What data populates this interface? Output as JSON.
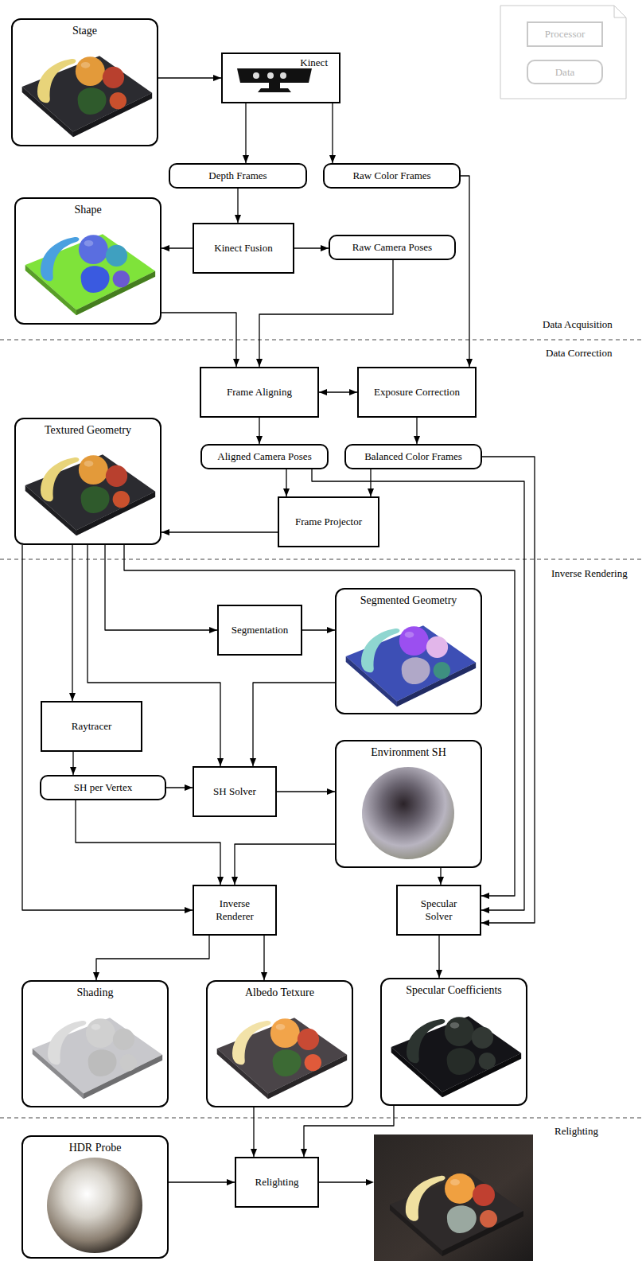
{
  "diagram": {
    "nodes": [
      {
        "text": [
          "Stage"
        ]
      },
      {
        "text": [
          "Kinect"
        ]
      },
      {
        "text": [
          "Depth Frames"
        ]
      },
      {
        "text": [
          "Raw Color Frames"
        ]
      },
      {
        "text": [
          "Shape"
        ]
      },
      {
        "text": [
          "Kinect Fusion"
        ]
      },
      {
        "text": [
          "Raw Camera Poses"
        ]
      },
      {
        "text": [
          "Frame Aligning"
        ]
      },
      {
        "text": [
          "Exposure Correction"
        ]
      },
      {
        "text": [
          "Textured Geometry"
        ]
      },
      {
        "text": [
          "Aligned Camera Poses"
        ]
      },
      {
        "text": [
          "Balanced Color Frames"
        ]
      },
      {
        "text": [
          "Frame Projector"
        ]
      },
      {
        "text": [
          "Segmentation"
        ]
      },
      {
        "text": [
          "Segmented Geometry"
        ]
      },
      {
        "text": [
          "Raytracer"
        ]
      },
      {
        "text": [
          "SH per Vertex"
        ]
      },
      {
        "text": [
          "SH Solver"
        ]
      },
      {
        "text": [
          "Environment SH"
        ]
      },
      {
        "text": [
          "Inverse Renderer"
        ]
      },
      {
        "text": [
          "Specular Solver"
        ]
      },
      {
        "text": [
          "Shading"
        ]
      },
      {
        "text": [
          "Albedo Tetxure"
        ]
      },
      {
        "text": [
          "Specular Coefficients"
        ]
      },
      {
        "text": [
          "HDR Probe"
        ]
      },
      {
        "text": [
          "Relighting"
        ]
      }
    ],
    "edges": [
      {
        "from": 0,
        "to": 1,
        "arrow": "to"
      },
      {
        "from": 1,
        "to": 2,
        "arrow": "to"
      },
      {
        "from": 1,
        "to": 3,
        "arrow": "to"
      },
      {
        "from": 2,
        "to": 5,
        "arrow": "to"
      },
      {
        "from": 5,
        "to": 4,
        "arrow": "to"
      },
      {
        "from": 5,
        "to": 6,
        "arrow": "to"
      },
      {
        "from": 4,
        "to": 7,
        "arrow": "to"
      },
      {
        "from": 6,
        "to": 7,
        "arrow": "to"
      },
      {
        "from": 3,
        "to": 8,
        "arrow": "to"
      },
      {
        "from": 7,
        "to": 8,
        "arrow": "both"
      },
      {
        "from": 7,
        "to": 10,
        "arrow": "to"
      },
      {
        "from": 8,
        "to": 11,
        "arrow": "to"
      },
      {
        "from": 10,
        "to": 12,
        "arrow": "to"
      },
      {
        "from": 11,
        "to": 12,
        "arrow": "to"
      },
      {
        "from": 12,
        "to": 9,
        "arrow": "to"
      },
      {
        "from": 9,
        "to": 13,
        "arrow": "to"
      },
      {
        "from": 9,
        "to": 15,
        "arrow": "to"
      },
      {
        "from": 9,
        "to": 17,
        "arrow": "to"
      },
      {
        "from": 9,
        "to": 19,
        "arrow": "to"
      },
      {
        "from": 9,
        "to": 20,
        "arrow": "to"
      },
      {
        "from": 13,
        "to": 14,
        "arrow": "to"
      },
      {
        "from": 14,
        "to": 17,
        "arrow": "to"
      },
      {
        "from": 15,
        "to": 16,
        "arrow": "to"
      },
      {
        "from": 16,
        "to": 17,
        "arrow": "to"
      },
      {
        "from": 16,
        "to": 19,
        "arrow": "to"
      },
      {
        "from": 17,
        "to": 18,
        "arrow": "to"
      },
      {
        "from": 18,
        "to": 19,
        "arrow": "to"
      },
      {
        "from": 18,
        "to": 20,
        "arrow": "to"
      },
      {
        "from": 10,
        "to": 20,
        "arrow": "to"
      },
      {
        "from": 11,
        "to": 20,
        "arrow": "to"
      },
      {
        "from": 19,
        "to": 21,
        "arrow": "to"
      },
      {
        "from": 19,
        "to": 22,
        "arrow": "to"
      },
      {
        "from": 20,
        "to": 23,
        "arrow": "to"
      },
      {
        "from": 22,
        "to": 25,
        "arrow": "to"
      },
      {
        "from": 23,
        "to": 25,
        "arrow": "to"
      },
      {
        "from": 24,
        "to": 25,
        "arrow": "to"
      }
    ],
    "labels": [
      "Data Acquisition",
      "Data Correction",
      "Inverse Rendering",
      "Relighting"
    ],
    "legend": [
      {
        "text": "Processor"
      },
      {
        "text": "Data"
      }
    ]
  }
}
